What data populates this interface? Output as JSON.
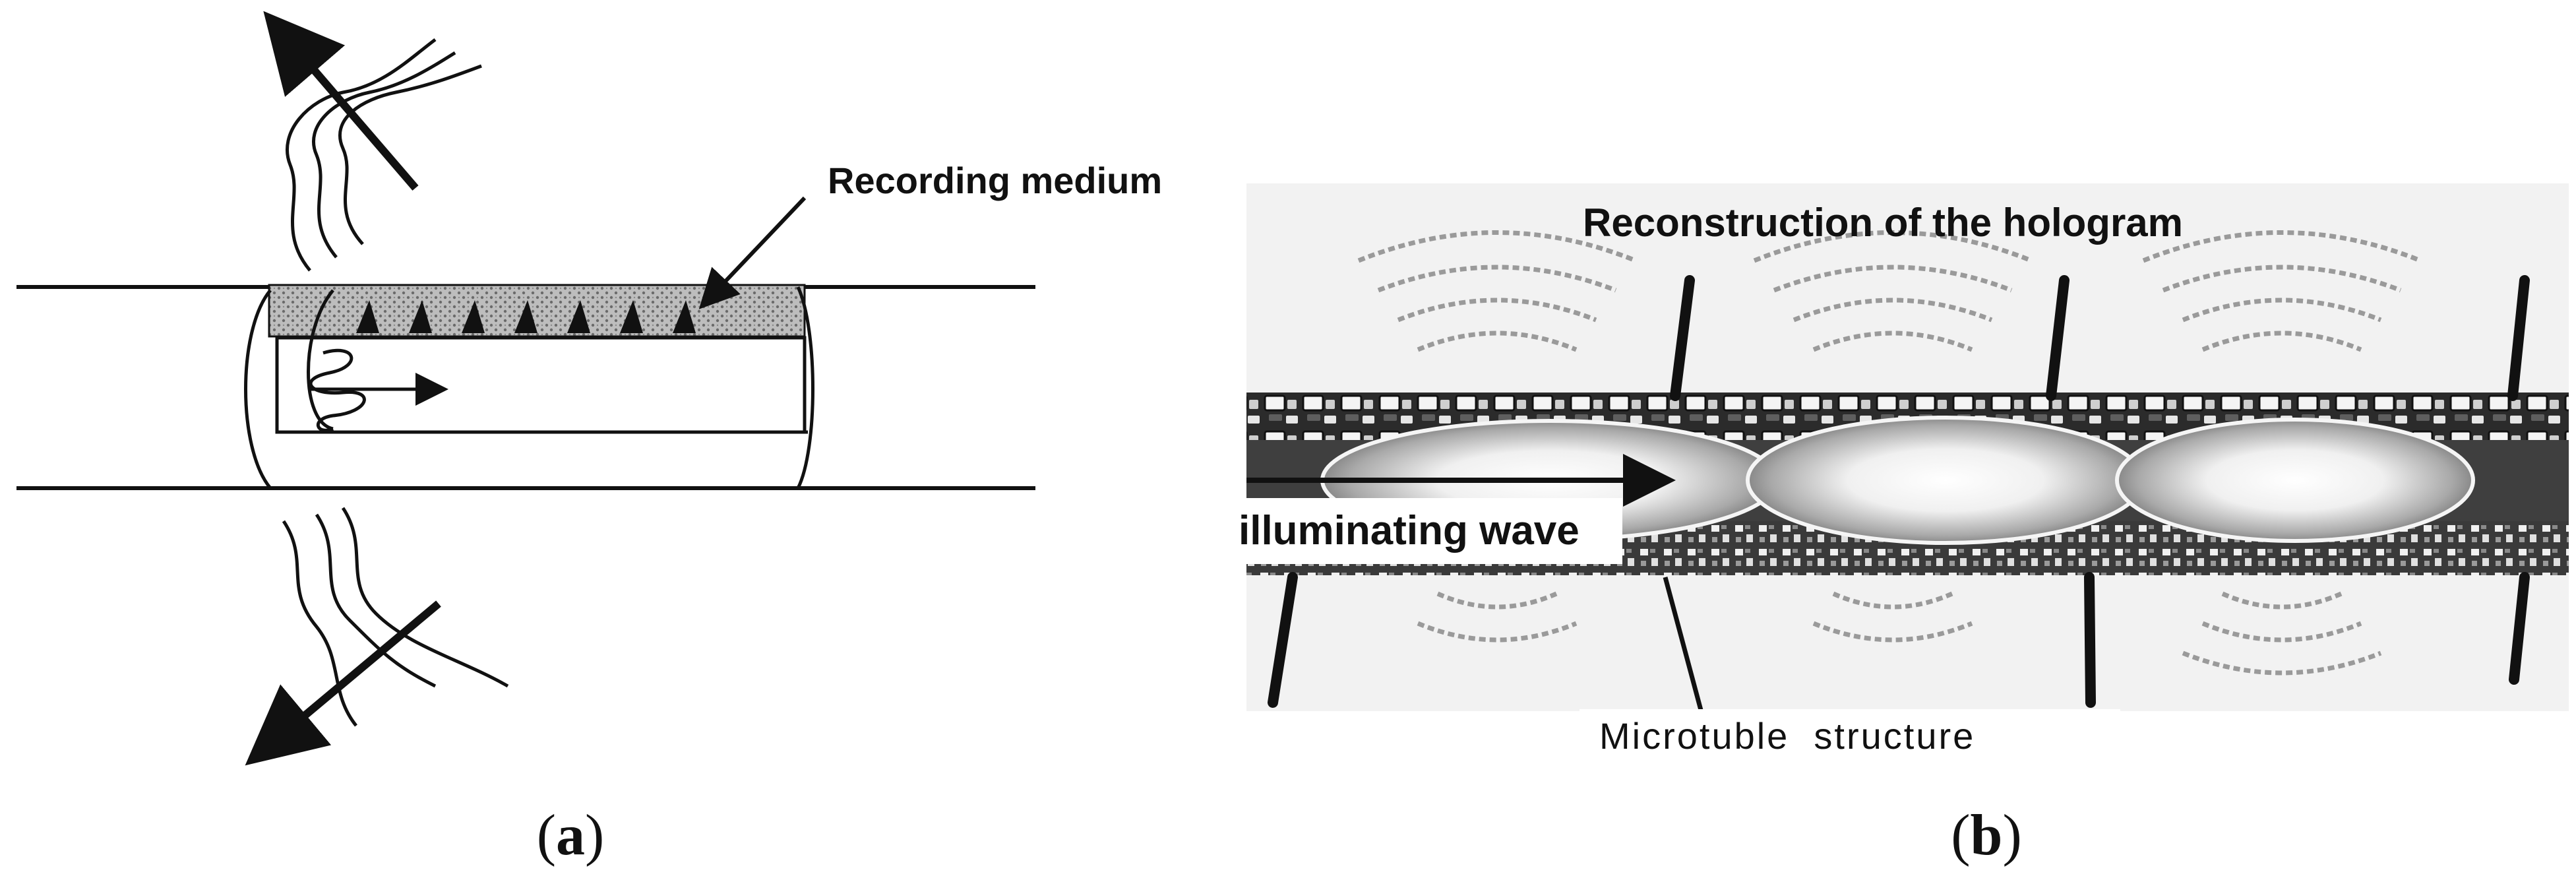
{
  "panel_a": {
    "caption": "(a)",
    "caption_open": "(",
    "caption_letter": "a",
    "caption_close": ")",
    "recording_medium_label": "Recording medium"
  },
  "panel_b": {
    "caption": "(b)",
    "caption_open": "(",
    "caption_letter": "b",
    "caption_close": ")",
    "reconstruction_label": "Reconstruction of the hologram",
    "illuminating_wave_label": "illuminating wave",
    "microtube_label": "Microtuble  structure"
  },
  "colors": {
    "ink": "#111111",
    "panel_b_background": "#f2f2f2",
    "wavefront": "#9a9a9a"
  }
}
